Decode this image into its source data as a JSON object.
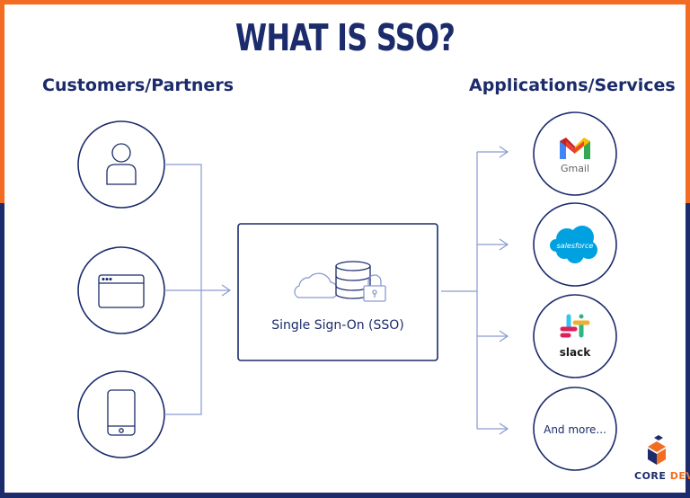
{
  "title": "WHAT IS SSO?",
  "left_heading": "Customers/Partners",
  "right_heading": "Applications/Services",
  "center_label": "Single Sign-On (SSO)",
  "services": {
    "gmail": "Gmail",
    "salesforce": "salesforce",
    "slack": "slack",
    "more": "And more..."
  },
  "brand": {
    "part1": "CORE",
    "part2": "DEVS"
  },
  "colors": {
    "navy": "#1b2b6b",
    "orange": "#f26d21",
    "line": "#8a9ad0"
  }
}
